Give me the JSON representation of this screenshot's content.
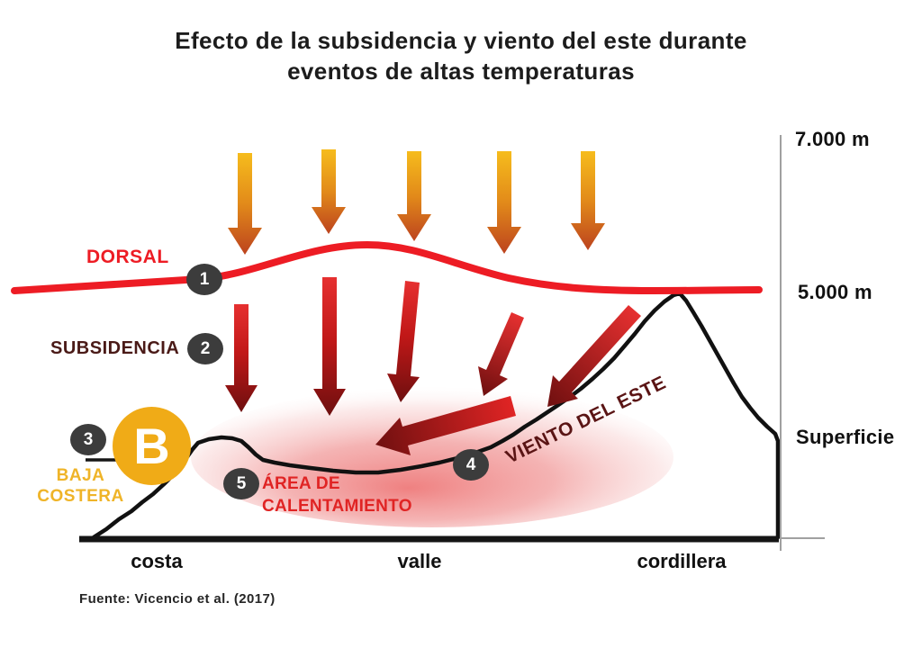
{
  "title": {
    "line1": "Efecto de la subsidencia y viento del este durante",
    "line2": "eventos de altas temperaturas"
  },
  "labels": {
    "dorsal": "DORSAL",
    "subsidencia": "SUBSIDENCIA",
    "baja_line1": "BAJA",
    "baja_line2": "COSTERA",
    "b_symbol": "B",
    "viento": "VIENTO DEL ESTE",
    "area_line1": "ÁREA DE",
    "area_line2": "CALENTAMIENTO"
  },
  "markers": [
    "1",
    "2",
    "3",
    "4",
    "5"
  ],
  "axis": {
    "top": "7.000 m",
    "mid": "5.000 m",
    "surface": "Superficie"
  },
  "regions": {
    "costa": "costa",
    "valle": "valle",
    "cordillera": "cordillera"
  },
  "source": {
    "text": "Fuente: Vicencio et al. (2017)"
  },
  "colors": {
    "background": "#FFFFFF",
    "title_text": "#1C1C1C",
    "dorsal_red": "#ED1C24",
    "insolation_arrow_top": "#F6BC1C",
    "insolation_arrow_bottom": "#BC431E",
    "subsidence_arrow_top": "#E63030",
    "subsidence_arrow_bottom": "#6E0F0F",
    "subsidencia_text": "#4A1A17",
    "viento_text": "#5A1414",
    "baja_costera_yellow": "#EFB428",
    "b_badge_yellow": "#F0AB17",
    "area_text_red": "#E02424",
    "heating_area_pink": "#EE7A7A",
    "marker_gray": "#3C3C3C",
    "terrain_black": "#111111",
    "axis_gray": "#A0A0A0"
  }
}
